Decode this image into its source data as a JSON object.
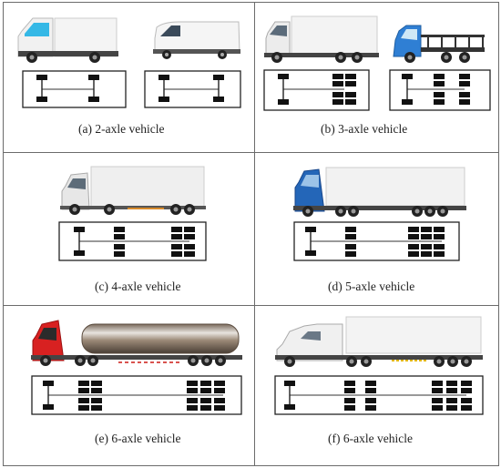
{
  "panels": [
    {
      "caption": "(a) 2-axle vehicle"
    },
    {
      "caption": "(b) 3-axle vehicle"
    },
    {
      "caption": "(c) 4-axle vehicle"
    },
    {
      "caption": "(d) 5-axle vehicle"
    },
    {
      "caption": "(e) 6-axle vehicle"
    },
    {
      "caption": "(f) 6-axle vehicle"
    }
  ]
}
